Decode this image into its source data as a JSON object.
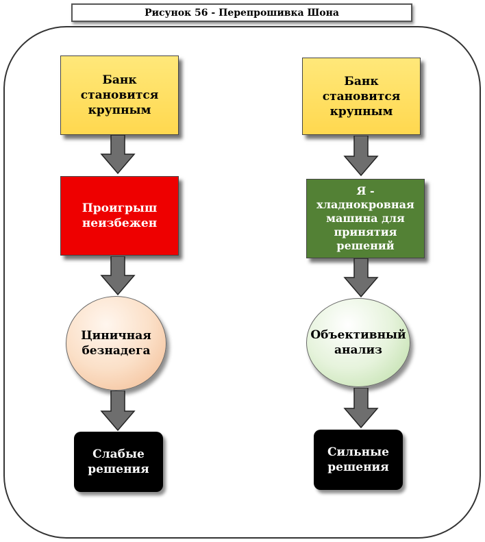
{
  "title": "Рисунок 56 - Перепрошивка Шона",
  "left_column": {
    "top_box": "Банк\nстановится\nкрупным",
    "second_box": "Проигрыш\nнеизбежен",
    "circle": "Циничная\nбезнадега",
    "bottom_box": "Слабые\nрешения"
  },
  "right_column": {
    "top_box": "Банк\nстановится\nкрупным",
    "second_box": "Я -\nхладнокровная\nмашина для\nпринятия\nрешений",
    "circle": "Объективный\nанализ",
    "bottom_box": "Сильные\nрешения"
  },
  "colors": {
    "yellow": "#ffd84f",
    "red": "#ee0000",
    "green": "#538135",
    "black": "#000000",
    "arrow": "#6e6e6e"
  }
}
